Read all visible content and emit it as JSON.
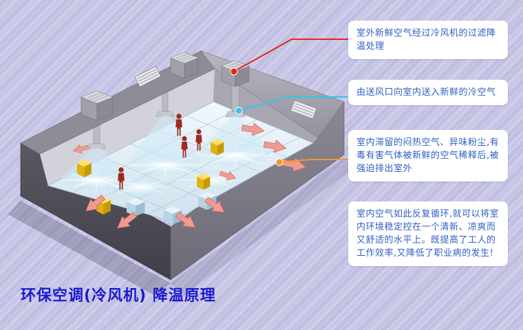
{
  "page": {
    "title": "环保空调(冷风机) 降温原理"
  },
  "callouts": [
    {
      "text": "室外新鲜空气经过冷风机的过滤降温处理",
      "connector_color": "#e6231c"
    },
    {
      "text": "由送风口向室内送入新鲜的冷空气",
      "connector_color": "#35c4ea"
    },
    {
      "text": "室内滞留的闷热空气、异味粉尘,有毒有害气体被新鲜的空气稀释后,被强迫排出室外",
      "connector_color": "#f09a28"
    },
    {
      "text": "室内空气如此反复循环,就可以将室内环境稳定控在一个清新、凉爽而又舒适的水平上。既提高了工人的工作效率,又降低了职业病的发生!"
    }
  ],
  "colors": {
    "background": "#c6c4e5",
    "title_blue": "#1a1ad0",
    "callout_text_blue": "#2e5fc4",
    "callout_bg": "#ffffff",
    "connector_red": "#e6231c",
    "connector_cyan": "#35c4ea",
    "connector_orange": "#f09a28",
    "airflow_arrow": "#f09a92",
    "cool_air": "#cfeaf6",
    "equipment_yellow": "#ffd94d",
    "person_red": "#a02a1f"
  },
  "illustration": {
    "kind": "isometric-factory-cooling-diagram"
  }
}
